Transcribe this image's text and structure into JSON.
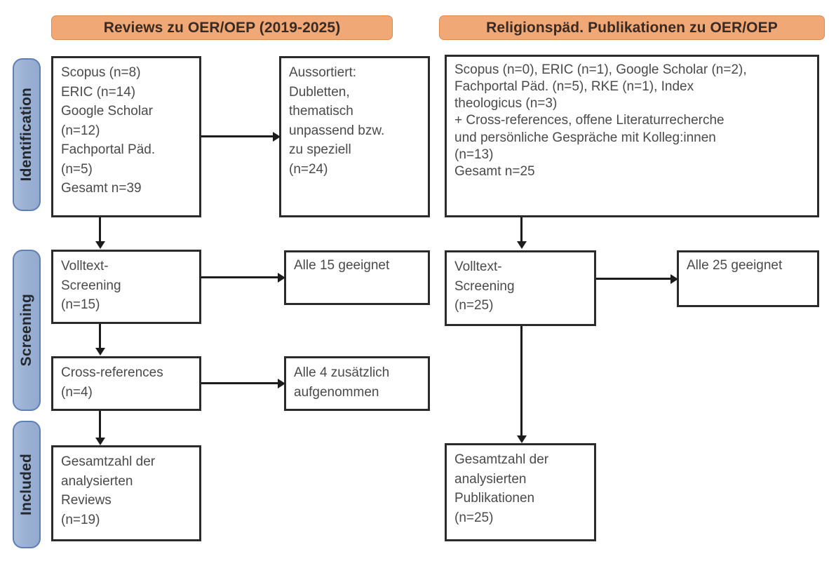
{
  "figure": {
    "type": "prisma-flow-diagram",
    "columns": [
      {
        "id": "left",
        "header": "Reviews zu OER/OEP (2019-2025)"
      },
      {
        "id": "right",
        "header": "Religionspäd. Publikationen zu OER/OEP"
      }
    ],
    "stages": [
      {
        "id": "identification",
        "label": "Identification"
      },
      {
        "id": "screening",
        "label": "Screening"
      },
      {
        "id": "included",
        "label": "Included"
      }
    ],
    "colors": {
      "header_fill": "#f0a877",
      "header_border": "#d98a52",
      "stage_fill": "#9bb1d4",
      "stage_border": "#5f7fb5",
      "box_border": "#2b2b2b",
      "box_fill": "#ffffff",
      "text": "#4a4a4a",
      "connector": "#1c1c1c"
    },
    "boxes": {
      "left_sources": "Scopus (n=8)\nERIC (n=14)\nGoogle Scholar\n(n=12)\nFachportal Päd.\n(n=5)\nGesamt n=39",
      "left_excluded": "Aussortiert:\nDubletten,\nthematisch\nunpassend bzw.\nzu speziell\n(n=24)",
      "left_screening": "Volltext-\nScreening\n(n=15)",
      "left_screening_result": "Alle 15 geeignet",
      "left_crossrefs": "Cross-references\n(n=4)",
      "left_crossrefs_result": "Alle 4 zusätzlich\naufgenommen",
      "left_included": "Gesamtzahl der\nanalysierten\nReviews\n(n=19)",
      "right_sources": "Scopus (n=0), ERIC (n=1), Google Scholar (n=2),\nFachportal Päd. (n=5), RKE (n=1), Index\ntheologicus (n=3)\n+ Cross-references, offene Literaturrecherche\nund persönliche Gespräche mit Kolleg:innen\n(n=13)\nGesamt n=25",
      "right_screening": "Volltext-\nScreening\n(n=25)",
      "right_screening_result": "Alle 25 geeignet",
      "right_included": "Gesamtzahl der\nanalysierten\nPublikationen\n(n=25)"
    }
  },
  "chart_data": {
    "type": "table",
    "title": "PRISMA-Flussdiagramm: Reviews zu OER/OEP und religionspädagogische Publikationen",
    "series": [
      {
        "name": "Reviews zu OER/OEP (2019-2025)",
        "identification": {
          "sources": [
            {
              "database": "Scopus",
              "n": 8
            },
            {
              "database": "ERIC",
              "n": 14
            },
            {
              "database": "Google Scholar",
              "n": 12
            },
            {
              "database": "Fachportal Päd.",
              "n": 5
            }
          ],
          "total": 39,
          "excluded": {
            "reasons": "Dubletten, thematisch unpassend bzw. zu speziell",
            "n": 24
          }
        },
        "screening": {
          "fulltext_screening_n": 15,
          "fulltext_result": "Alle 15 geeignet",
          "cross_references_n": 4,
          "cross_references_result": "Alle 4 zusätzlich aufgenommen"
        },
        "included": {
          "label": "Gesamtzahl der analysierten Reviews",
          "n": 19
        }
      },
      {
        "name": "Religionspäd. Publikationen zu OER/OEP",
        "identification": {
          "sources": [
            {
              "database": "Scopus",
              "n": 0
            },
            {
              "database": "ERIC",
              "n": 1
            },
            {
              "database": "Google Scholar",
              "n": 2
            },
            {
              "database": "Fachportal Päd.",
              "n": 5
            },
            {
              "database": "RKE",
              "n": 1
            },
            {
              "database": "Index theologicus",
              "n": 3
            },
            {
              "database": "Cross-references, offene Literaturrecherche und persönliche Gespräche mit Kolleg:innen",
              "n": 13
            }
          ],
          "total": 25
        },
        "screening": {
          "fulltext_screening_n": 25,
          "fulltext_result": "Alle 25 geeignet"
        },
        "included": {
          "label": "Gesamtzahl der analysierten Publikationen",
          "n": 25
        }
      }
    ]
  }
}
